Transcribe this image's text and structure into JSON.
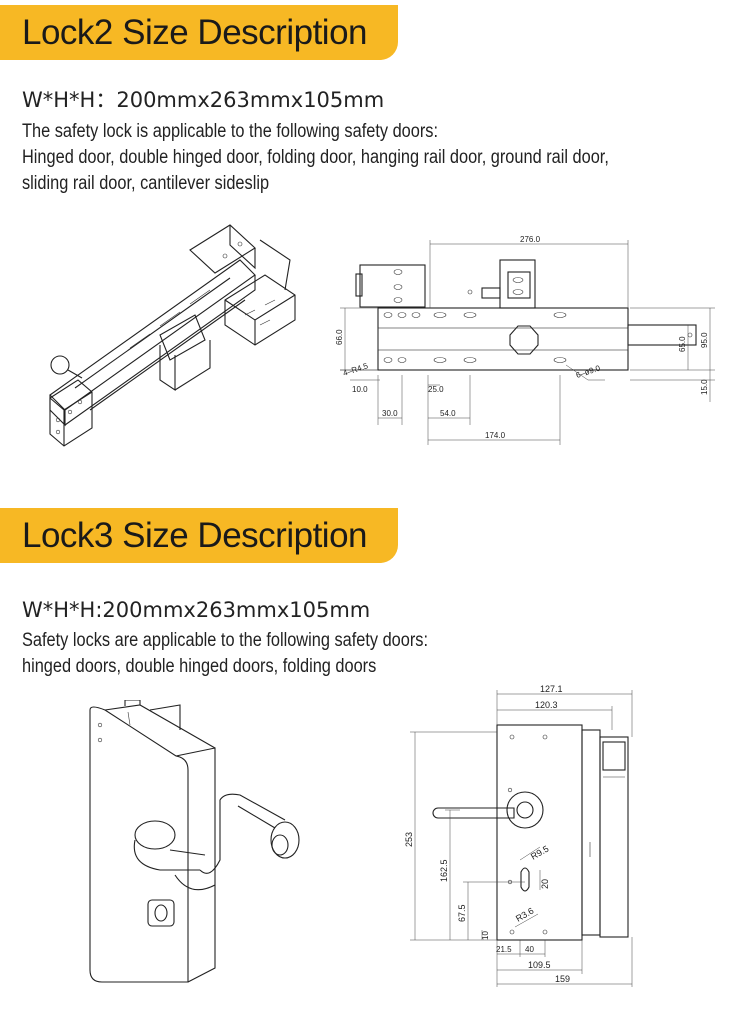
{
  "lock2": {
    "title": "Lock2 Size Description",
    "dimensions": "W*H*H：200mmx263mmx105mm",
    "description": [
      "The safety lock is applicable to the following safety doors:",
      "Hinged door, double hinged door, folding door, hanging rail door, ground rail door,",
      "sliding rail door, cantilever sideslip"
    ],
    "drawing_labels": {
      "top": "276.0",
      "left": "66.0",
      "right_inner": "65.0",
      "right_outer": "95.0",
      "right_low": "15.0",
      "holes": "4–R4.5",
      "d10": "10.0",
      "d25": "25.0",
      "d30": "30.0",
      "d54": "54.0",
      "d174": "174.0",
      "slots": "6–ø9.0"
    }
  },
  "lock3": {
    "title": "Lock3 Size Description",
    "dimensions": "W*H*H:200mmx263mmx105mm",
    "description": [
      "Safety locks are applicable to the following safety doors:",
      "hinged doors, double hinged doors, folding doors"
    ],
    "drawing_labels": {
      "top1": "127.1",
      "top2": "120.3",
      "height": "253",
      "h162": "162.5",
      "h67": "67.5",
      "h10": "10",
      "r95": "R9.5",
      "d20": "20",
      "r36": "R3.6",
      "b215": "21.5",
      "b40": "40",
      "b1095": "109.5",
      "b159": "159"
    }
  }
}
